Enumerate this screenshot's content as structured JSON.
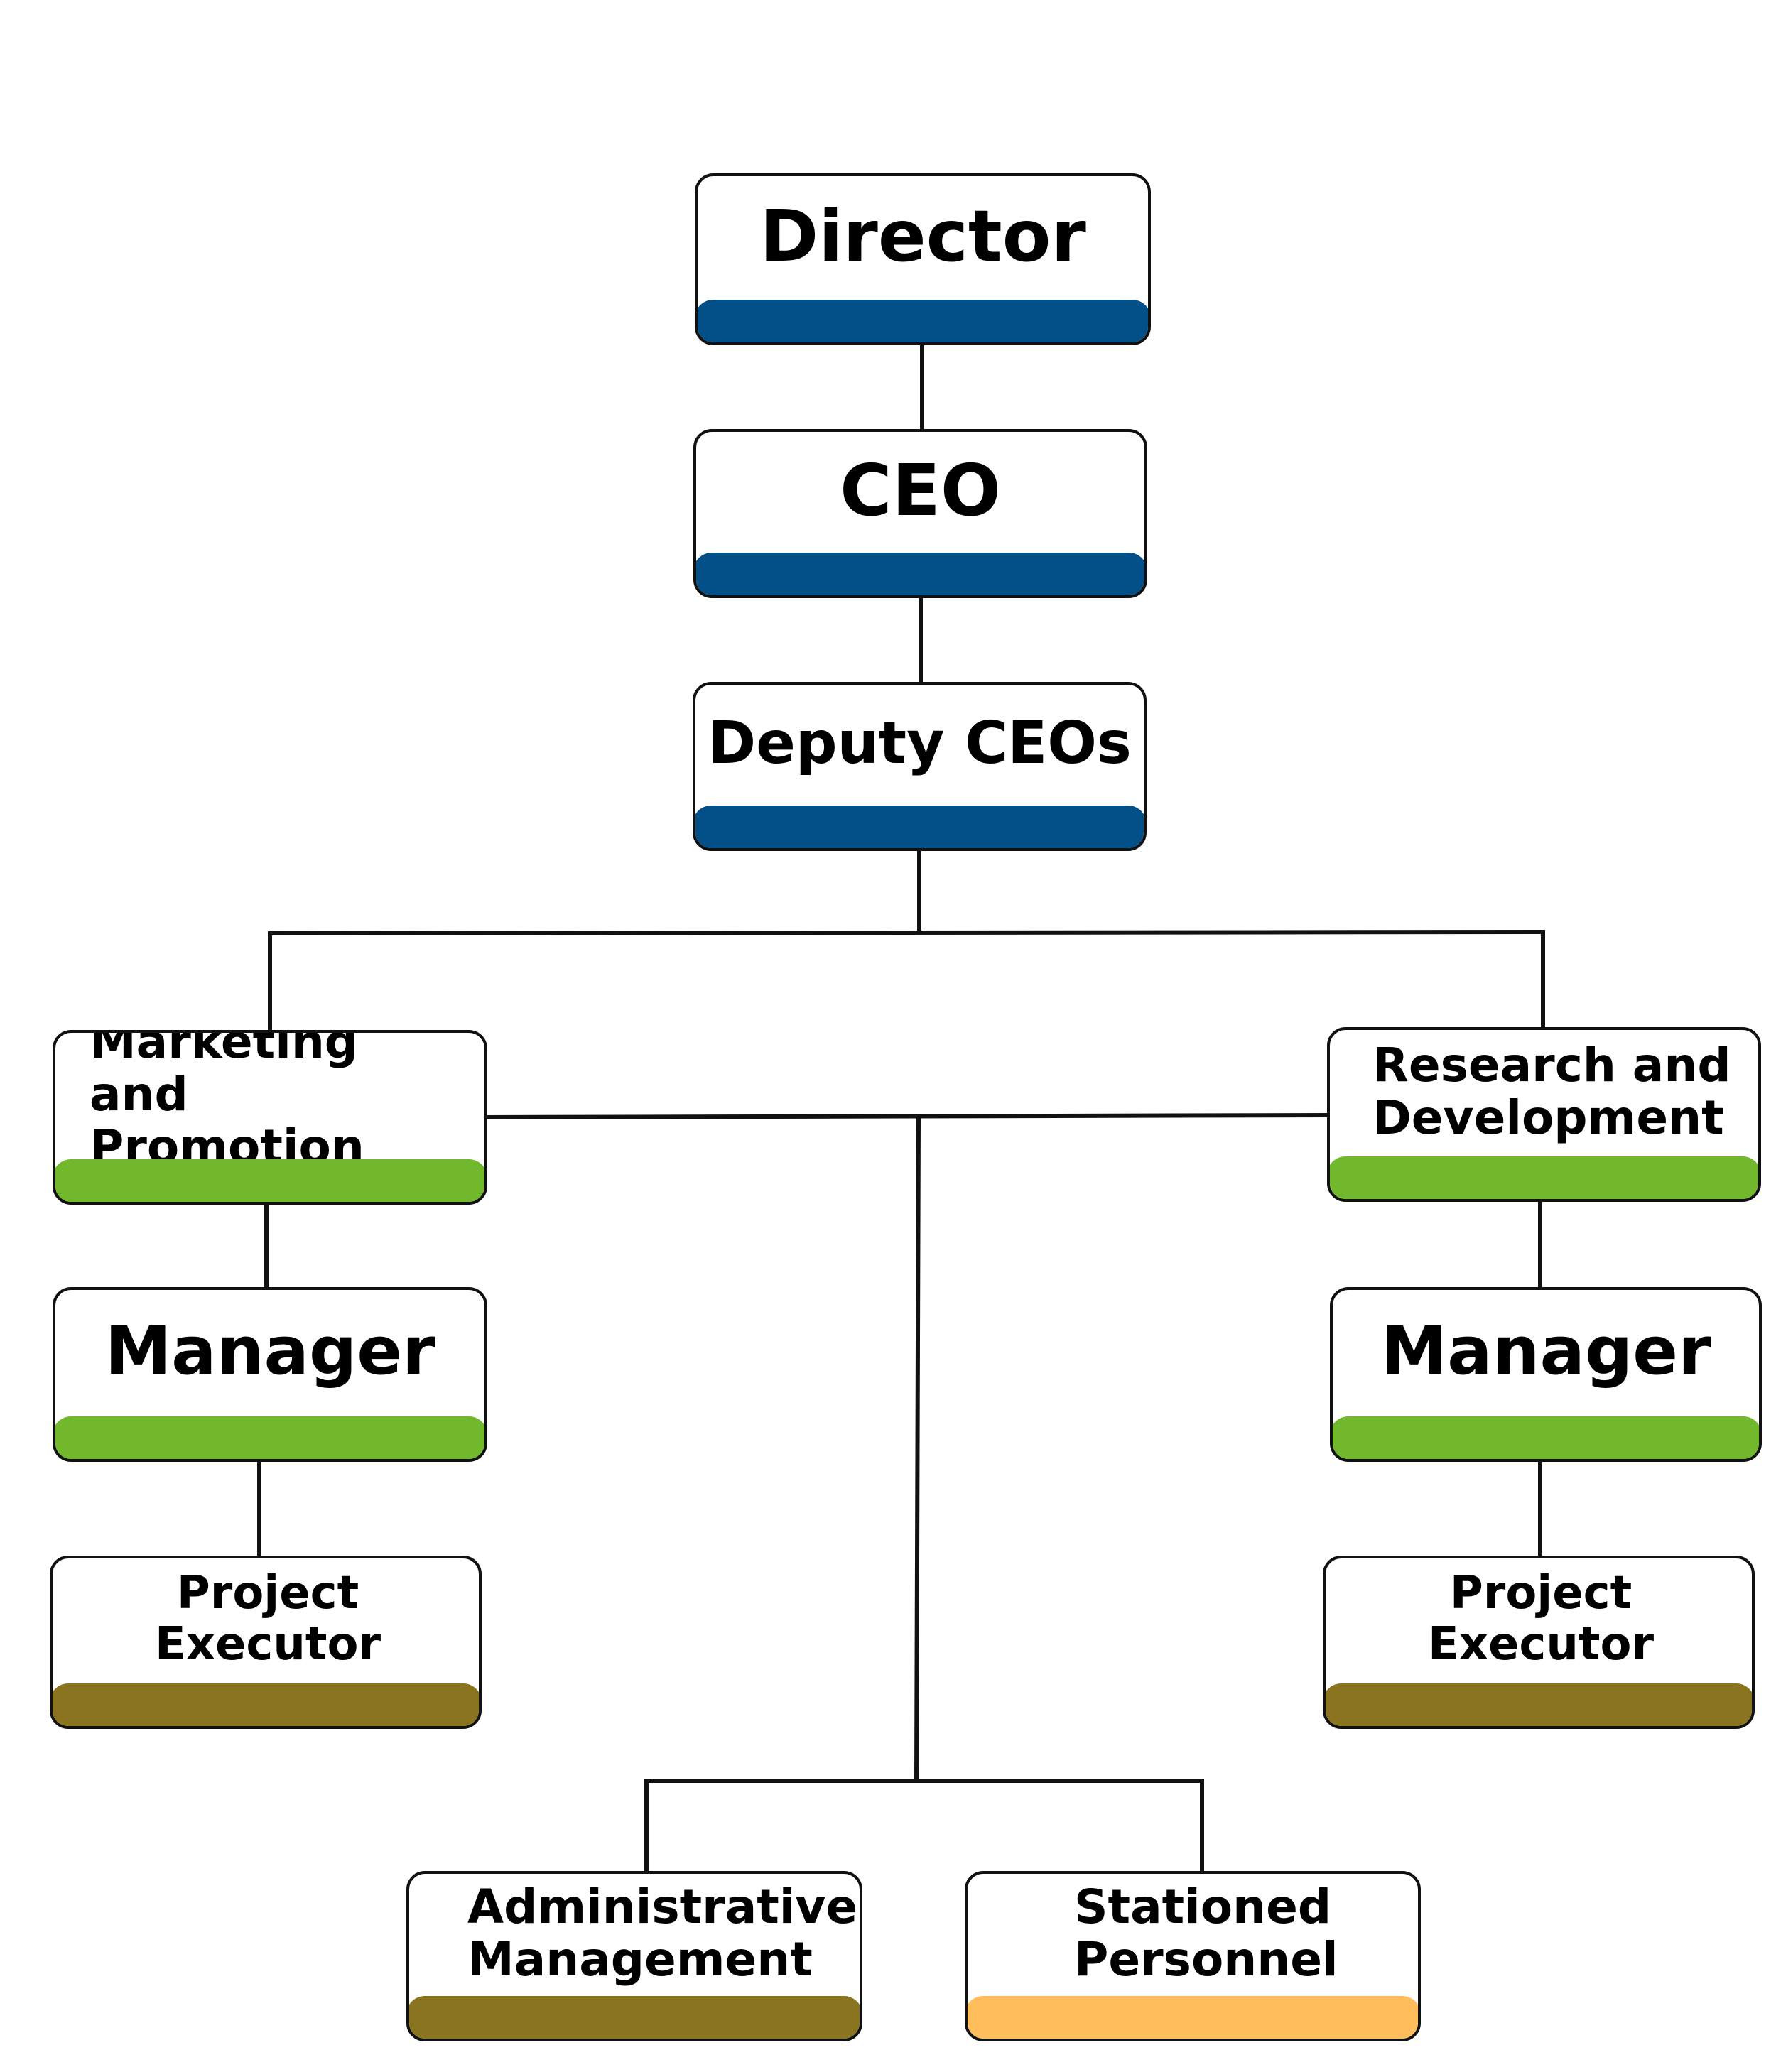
{
  "colors": {
    "line": "#111111",
    "blue": "#034f87",
    "green": "#71b82d",
    "olive": "#8a741f",
    "amber": "#ffbe5b"
  },
  "nodes": {
    "director": "Director",
    "ceo": "CEO",
    "deputy_ceos": "Deputy CEOs",
    "marketing": "Marketing and Promotion",
    "research": "Research and Development",
    "manager_left": "Manager",
    "manager_right": "Manager",
    "executor_left": "Project Executor",
    "executor_right": "Project Executor",
    "administrative": "Administrative Management",
    "stationed": "Stationed Personnel"
  }
}
